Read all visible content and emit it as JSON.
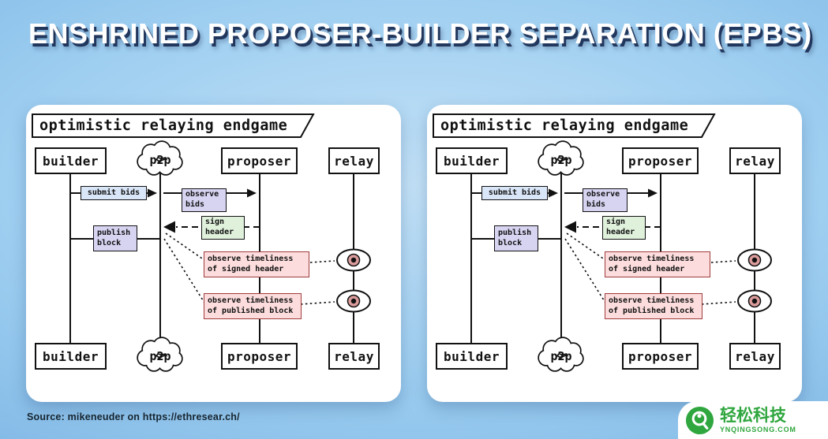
{
  "page": {
    "title": "ENSHRINED PROPOSER-BUILDER SEPARATION (EPBS)",
    "source": "Source: mikeneuder on https://ethresear.ch/"
  },
  "watermark": {
    "brand": "轻松科技",
    "domain": "YNQINGSONG.COM"
  },
  "diagram": {
    "frame_title": "optimistic relaying endgame",
    "actors": {
      "builder_top": "builder",
      "p2p_top": "p2p",
      "proposer_top": "proposer",
      "relay_top": "relay",
      "builder_bottom": "builder",
      "p2p_bottom": "p2p",
      "proposer_bottom": "proposer",
      "relay_bottom": "relay"
    },
    "messages": {
      "submit_bids": "submit bids",
      "observe_bids_line1": "observe",
      "observe_bids_line2": "bids",
      "sign_header_line1": "sign",
      "sign_header_line2": "header",
      "publish_block_line1": "publish",
      "publish_block_line2": "block",
      "observe_signed_line1": "observe timeliness",
      "observe_signed_line2": "of signed header",
      "observe_published_line1": "observe timeliness",
      "observe_published_line2": "of published block"
    },
    "colors": {
      "submit_bids_bg": "#d9e6f8",
      "observe_bids_bg": "#d7d4f2",
      "sign_header_bg": "#dff0db",
      "publish_block_bg": "#d7d4f2",
      "observe_bg": "#fcdcdc",
      "observe_border": "#a03c3c",
      "eye_iris": "#dc9c9c",
      "accent_green": "#2fa63e"
    }
  }
}
